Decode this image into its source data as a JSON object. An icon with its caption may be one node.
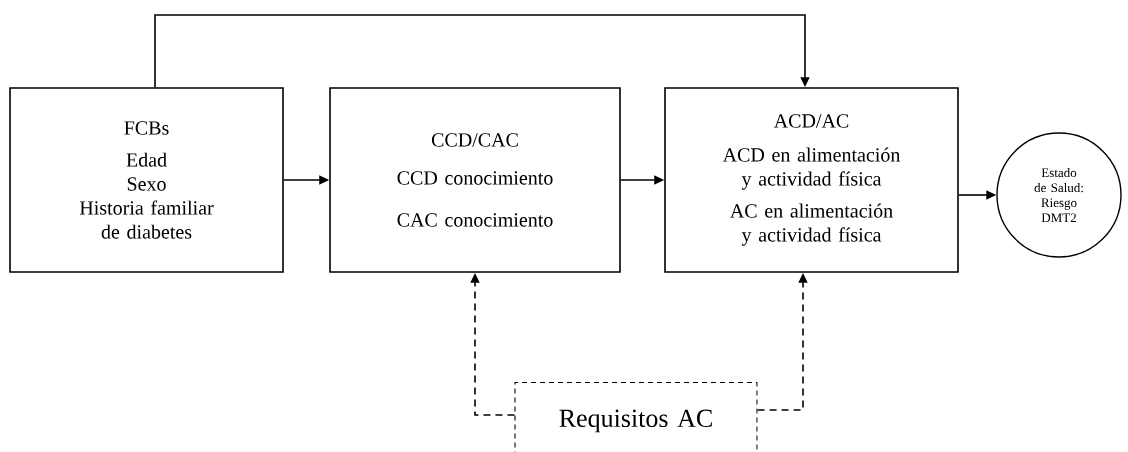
{
  "diagram": {
    "nodes": [
      {
        "text": [
          "FCBs",
          "Edad",
          "Sexo",
          "Historia familiar de diabetes"
        ]
      },
      {
        "text": [
          "CCD/CAC",
          "CCD conocimiento",
          "CAC conocimiento"
        ]
      },
      {
        "text": [
          "ACD/AC",
          "ACD en alimentación y actividad física",
          "AC en alimentación y actividad física"
        ]
      },
      {
        "text": [
          "Estado de Salud: Riesgo DMT2"
        ]
      },
      {
        "text": [
          "Requisitos AC"
        ]
      }
    ],
    "edges": [
      {
        "from": 0,
        "to": 1,
        "arrow": "to"
      },
      {
        "from": 1,
        "to": 2,
        "arrow": "to"
      },
      {
        "from": 2,
        "to": 3,
        "arrow": "to"
      },
      {
        "from": 0,
        "to": 2,
        "arrow": "to"
      },
      {
        "from": 4,
        "to": 1,
        "arrow": "to",
        "style": "dashed"
      },
      {
        "from": 4,
        "to": 2,
        "arrow": "to",
        "style": "dashed"
      }
    ]
  }
}
